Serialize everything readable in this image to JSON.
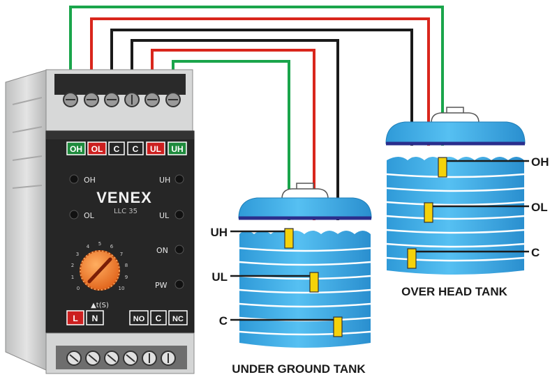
{
  "controller": {
    "brand": "VENEX",
    "model": "LLC 35",
    "top_terminals": [
      "OH",
      "OL",
      "C",
      "C",
      "UL",
      "UH"
    ],
    "bottom_terminals": [
      "L",
      "N",
      "NO",
      "C",
      "NC"
    ],
    "indicators_left": [
      "OH",
      "OL"
    ],
    "indicators_right": [
      "UH",
      "UL",
      "ON",
      "PW"
    ],
    "dial_ticks": [
      "0",
      "1",
      "2",
      "3",
      "4",
      "5",
      "6",
      "7",
      "8",
      "9",
      "10"
    ],
    "dial_label": "▲t(S)"
  },
  "under_ground_tank": {
    "title": "UNDER GROUND TANK",
    "probes": [
      "UH",
      "UL",
      "C"
    ]
  },
  "over_head_tank": {
    "title": "OVER HEAD TANK",
    "probes": [
      "OH",
      "OL",
      "C"
    ]
  },
  "colors": {
    "green_wire": "#1aa54b",
    "red_wire": "#d9261c",
    "black_wire": "#1a1a1a",
    "tank_water": "#3daee9",
    "tank_band": "#2a2e8c",
    "probe": "#f5d20a",
    "dial": "#f07a22",
    "green_label": "#1e8a3c",
    "red_label": "#cc1f1f"
  }
}
